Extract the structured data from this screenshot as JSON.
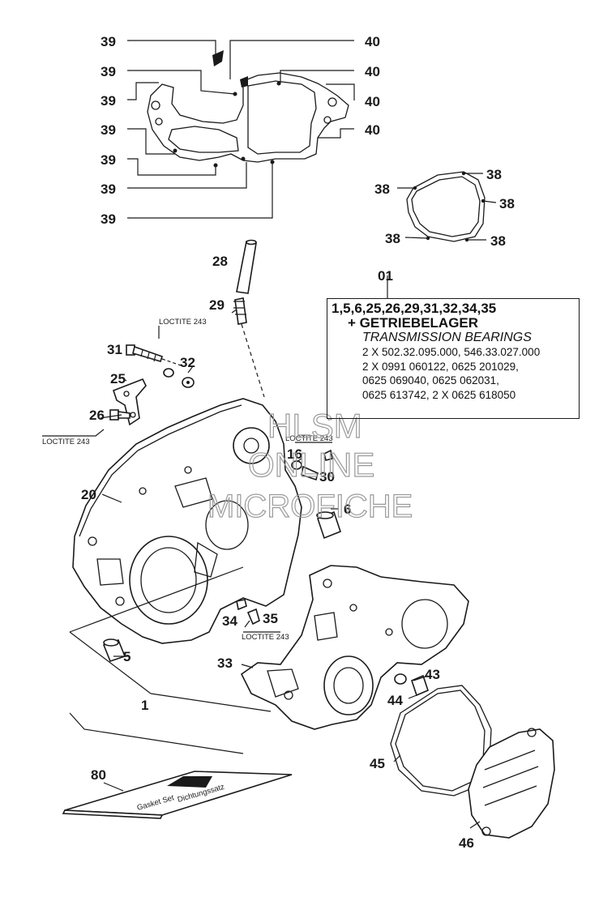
{
  "callouts": {
    "c38": "38",
    "c39": "39",
    "c40": "40",
    "c01": "01",
    "c1": "1",
    "c5": "5",
    "c6": "6",
    "c16": "16",
    "c20": "20",
    "c25": "25",
    "c26": "26",
    "c28": "28",
    "c29": "29",
    "c30": "30",
    "c31": "31",
    "c32": "32",
    "c33": "33",
    "c34": "34",
    "c35": "35",
    "c43": "43",
    "c44": "44",
    "c45": "45",
    "c46": "46",
    "c80": "80"
  },
  "loctite": "LOCTITE 243",
  "infobox": {
    "parts": "1,5,6,25,26,29,31,32,34,35",
    "de": "+ GETRIEBELAGER",
    "en": "TRANSMISSION BEARINGS",
    "lines": [
      "2 X 502.32.095.000, 546.33.027.000",
      "2 X 0991 060122, 0625 201029,",
      "0625 069040, 0625 062031,",
      "0625 613742, 2 X 0625 618050"
    ]
  },
  "watermark": {
    "line1": "HLSM",
    "line2": "ONLINE",
    "line3": "MICROFICHE"
  },
  "kit_card": {
    "line1": "Dichtungssatz",
    "line2": "Gasket Set"
  }
}
